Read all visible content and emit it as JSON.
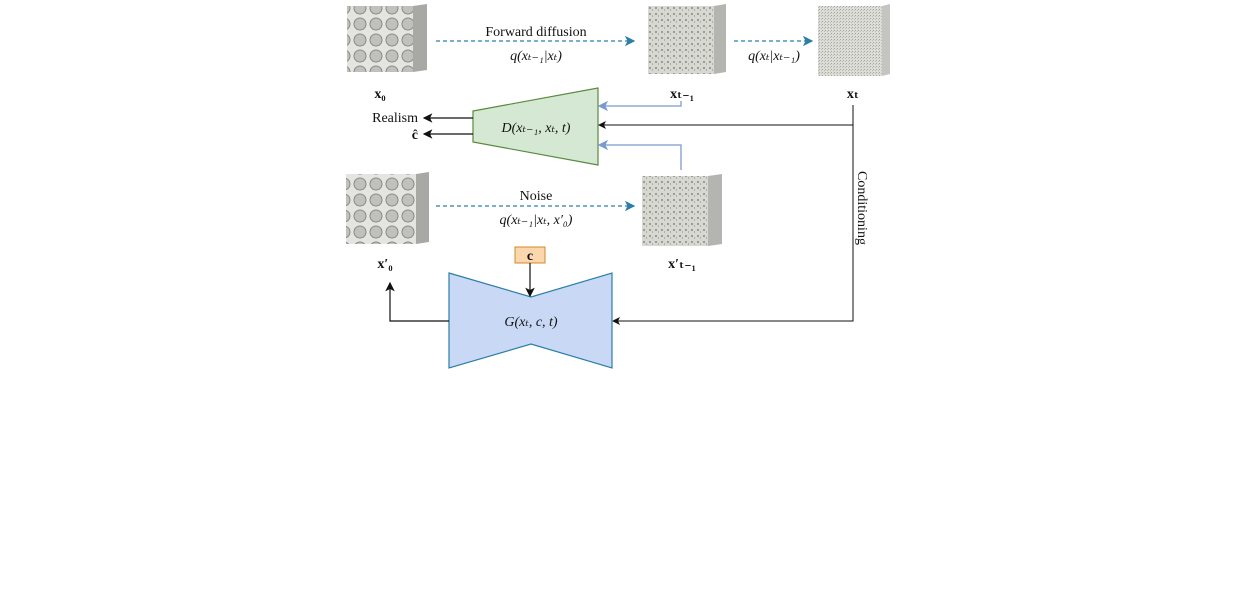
{
  "diagram": {
    "forward_label": "Forward diffusion",
    "forward_eq": "q(xₜ₋₁|xₜ)",
    "step_eq": "q(xₜ|xₜ₋₁)",
    "noise_label": "Noise",
    "noise_eq": "q(xₜ₋₁|xₜ, x′₀)",
    "x0_label": "x₀",
    "xt1_label": "xₜ₋₁",
    "xt_label": "xₜ",
    "x0p_label": "x′₀",
    "xt1p_label": "x′ₜ₋₁",
    "disc_label": "D(xₜ₋₁, xₜ, t)",
    "gen_label": "G(xₜ, c, t)",
    "realism_label": "Realism",
    "chat_label": "ĉ",
    "c_label": "c",
    "conditioning_label": "Conditioning",
    "colors": {
      "dashed_arrow": "#2a7fa8",
      "disc_fill": "#d5e8d4",
      "disc_stroke": "#5a8a3c",
      "gen_fill": "#c9d9f5",
      "gen_stroke": "#2a7fa8",
      "c_fill": "#fad7ac",
      "c_stroke": "#d08a2c",
      "feedback": "#7b9bd0"
    }
  }
}
